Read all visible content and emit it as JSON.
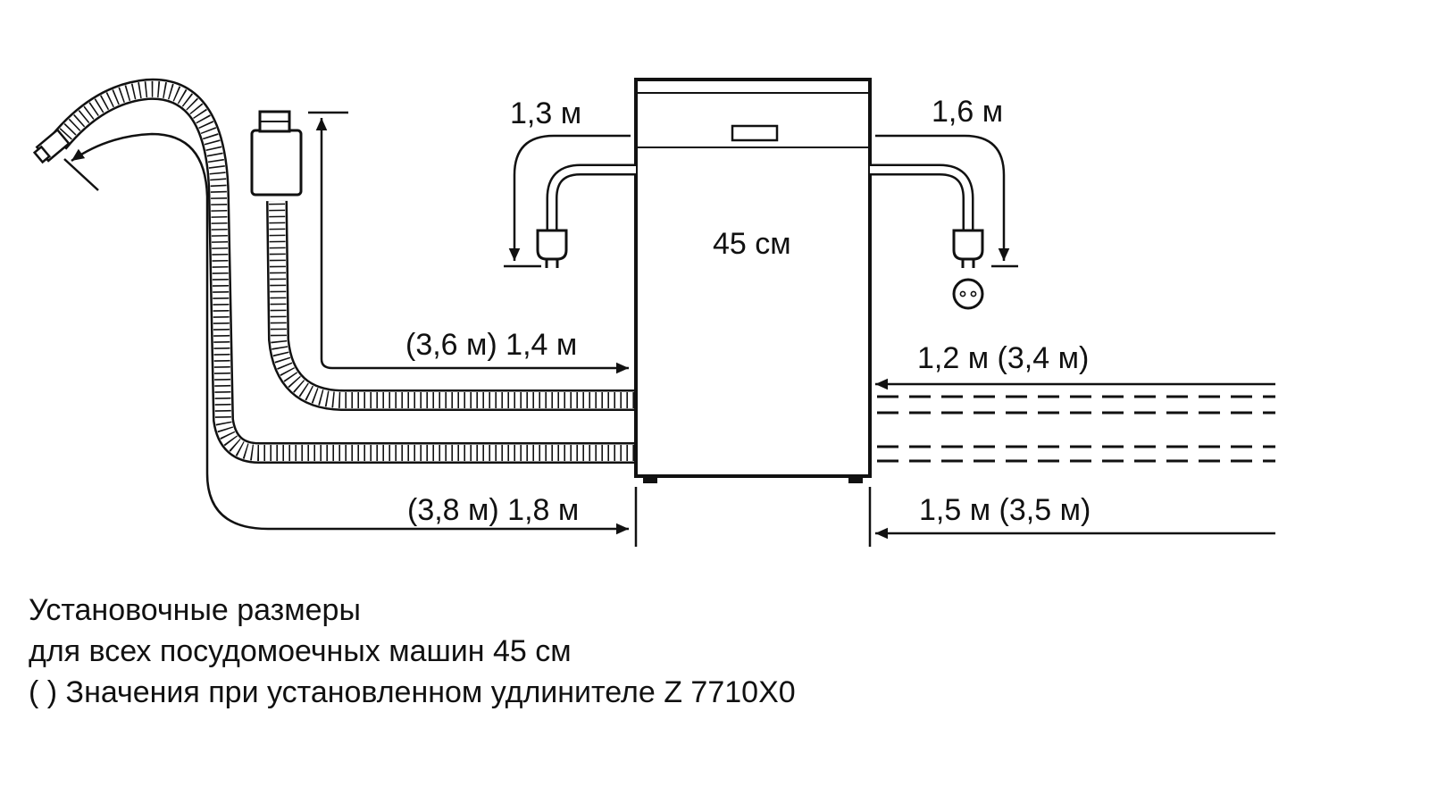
{
  "labels": {
    "width": "45 см",
    "power_left": "1,3 м",
    "power_right": "1,6 м",
    "inlet_upper_left": "(3,6 м) 1,4 м",
    "drain_lower_left": "(3,8 м) 1,8 м",
    "upper_right": "1,2 м (3,4 м)",
    "lower_right": "1,5 м (3,5 м)"
  },
  "caption": {
    "line1": "Установочные размеры",
    "line2": "для всех посудомоечных машин 45 см",
    "line3": "( ) Значения при установленном удлинителе Z 7710X0"
  }
}
